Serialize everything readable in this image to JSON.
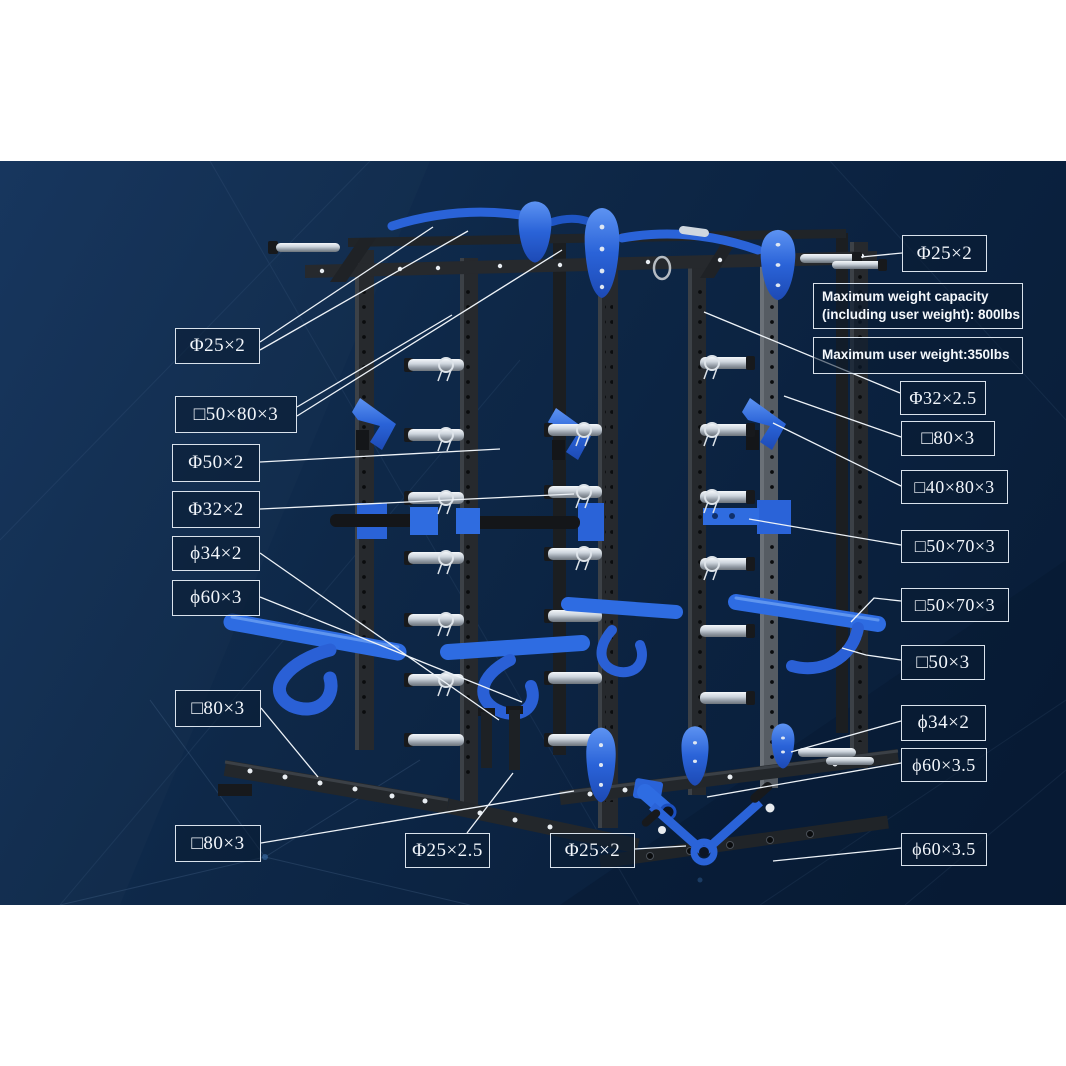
{
  "diagram_title": "power-rack dimension callout diagram",
  "colors": {
    "page_background": "#ffffff",
    "scene_background": "#0c2444",
    "accent_blue": "#2a63d8",
    "steel_dark": "#24282c",
    "chrome": "#c9d1d9",
    "label_border": "#d9e2ec",
    "label_text": "#f2f6fb",
    "leader_line": "#eef3f8"
  },
  "callouts": [
    {
      "id": "left-1",
      "text": "Φ25×2"
    },
    {
      "id": "left-2",
      "text": "□50×80×3"
    },
    {
      "id": "left-3",
      "text": "Φ50×2"
    },
    {
      "id": "left-4",
      "text": "Φ32×2"
    },
    {
      "id": "left-5",
      "text": "ϕ34×2"
    },
    {
      "id": "left-6",
      "text": "ϕ60×3"
    },
    {
      "id": "left-7",
      "text": "□80×3"
    },
    {
      "id": "left-8",
      "text": "□80×3"
    },
    {
      "id": "bottom-1",
      "text": "Φ25×2.5"
    },
    {
      "id": "bottom-2",
      "text": "Φ25×2"
    },
    {
      "id": "right-1",
      "text": "Φ25×2"
    },
    {
      "id": "right-2",
      "text": "Φ32×2.5"
    },
    {
      "id": "right-3",
      "text": "□80×3"
    },
    {
      "id": "right-4",
      "text": "□40×80×3"
    },
    {
      "id": "right-5",
      "text": "□50×70×3"
    },
    {
      "id": "right-6",
      "text": "□50×70×3"
    },
    {
      "id": "right-7",
      "text": "□50×3"
    },
    {
      "id": "right-8",
      "text": "ϕ34×2"
    },
    {
      "id": "right-9",
      "text": "ϕ60×3.5"
    },
    {
      "id": "right-10",
      "text": "ϕ60×3.5"
    }
  ],
  "specs": {
    "max_weight_line1": "Maximum weight capacity",
    "max_weight_line2": "(including user weight): 800lbs",
    "max_user_weight": "Maximum user weight:350lbs"
  }
}
